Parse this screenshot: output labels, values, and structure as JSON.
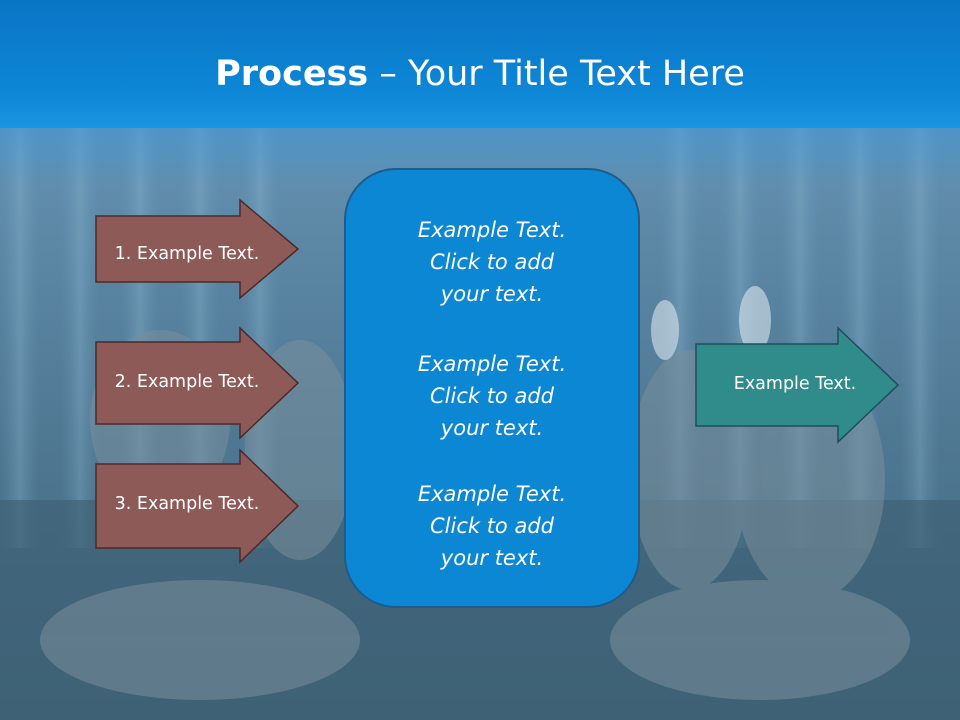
{
  "title": {
    "bold": "Process",
    "rest": " – Your Title Text Here"
  },
  "left_arrows": [
    {
      "label": "1. Example Text."
    },
    {
      "label": "2. Example Text."
    },
    {
      "label": "3. Example Text."
    }
  ],
  "panel": {
    "items": [
      {
        "line1": "Example Text.",
        "line2": "Click  to add",
        "line3": "your text."
      },
      {
        "line1": "Example Text.",
        "line2": "Click  to add",
        "line3": "your text."
      },
      {
        "line1": "Example Text.",
        "line2": "Click  to add",
        "line3": "your text."
      }
    ]
  },
  "right_arrow": {
    "label": "Example Text."
  },
  "colors": {
    "header": "#0d86d6",
    "left_arrow_fill": "#8e5a58",
    "right_arrow_fill": "#2f8c8a",
    "panel_fill": "#0b87d3"
  }
}
